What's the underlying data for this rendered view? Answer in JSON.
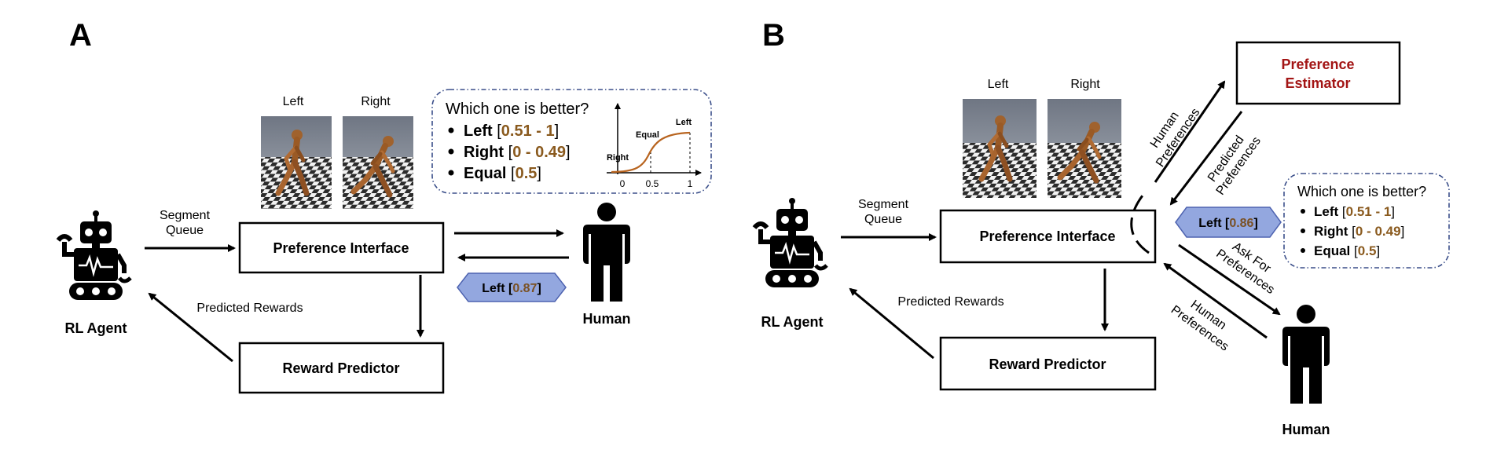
{
  "panel_a": {
    "letter": "A",
    "agent_label": "RL Agent",
    "human_label": "Human",
    "segment_queue": [
      "Segment",
      "Queue"
    ],
    "preference_interface": "Preference Interface",
    "reward_predictor": "Reward Predictor",
    "predicted_rewards": "Predicted Rewards",
    "img_left_label": "Left",
    "img_right_label": "Right",
    "callout": {
      "question": "Which one is better?",
      "options": [
        {
          "name": "Left",
          "open": "[",
          "value": "0.51 - 1",
          "close": "]"
        },
        {
          "name": "Right",
          "open": "[",
          "value": "0 - 0.49",
          "close": "]"
        },
        {
          "name": "Equal",
          "open": "[",
          "value": "0.5",
          "close": "]"
        }
      ],
      "mini_chart": {
        "label_right": "Right",
        "label_equal": "Equal",
        "label_left": "Left",
        "ticks": [
          "0",
          "0.5",
          "1"
        ]
      }
    },
    "feedback_tag": {
      "name": "Left",
      "open": "[",
      "value": "0.87",
      "close": "]"
    }
  },
  "panel_b": {
    "letter": "B",
    "agent_label": "RL Agent",
    "human_label": "Human",
    "segment_queue": [
      "Segment",
      "Queue"
    ],
    "preference_interface": "Preference Interface",
    "reward_predictor": "Reward Predictor",
    "predicted_rewards": "Predicted Rewards",
    "preference_estimator": [
      "Preference",
      "Estimator"
    ],
    "img_left_label": "Left",
    "img_right_label": "Right",
    "human_preferences_up": [
      "Human",
      "Preferences"
    ],
    "predicted_preferences": [
      "Predicted",
      "Preferences"
    ],
    "ask_for_preferences": [
      "Ask For",
      "Preferences"
    ],
    "human_preferences_down": [
      "Human",
      "Preferences"
    ],
    "callout": {
      "question": "Which one is better?",
      "options": [
        {
          "name": "Left",
          "open": "[",
          "value": "0.51 - 1",
          "close": "]"
        },
        {
          "name": "Right",
          "open": "[",
          "value": "0 - 0.49",
          "close": "]"
        },
        {
          "name": "Equal",
          "open": "[",
          "value": "0.5",
          "close": "]"
        }
      ]
    },
    "feedback_tag": {
      "name": "Left",
      "open": "[",
      "value": "0.86",
      "close": "]"
    }
  },
  "colors": {
    "accent_value": "#8a5a1e",
    "estimator_text": "#a31515",
    "tag_fill": "#93a7df",
    "callout_border": "#3b4f8a"
  }
}
